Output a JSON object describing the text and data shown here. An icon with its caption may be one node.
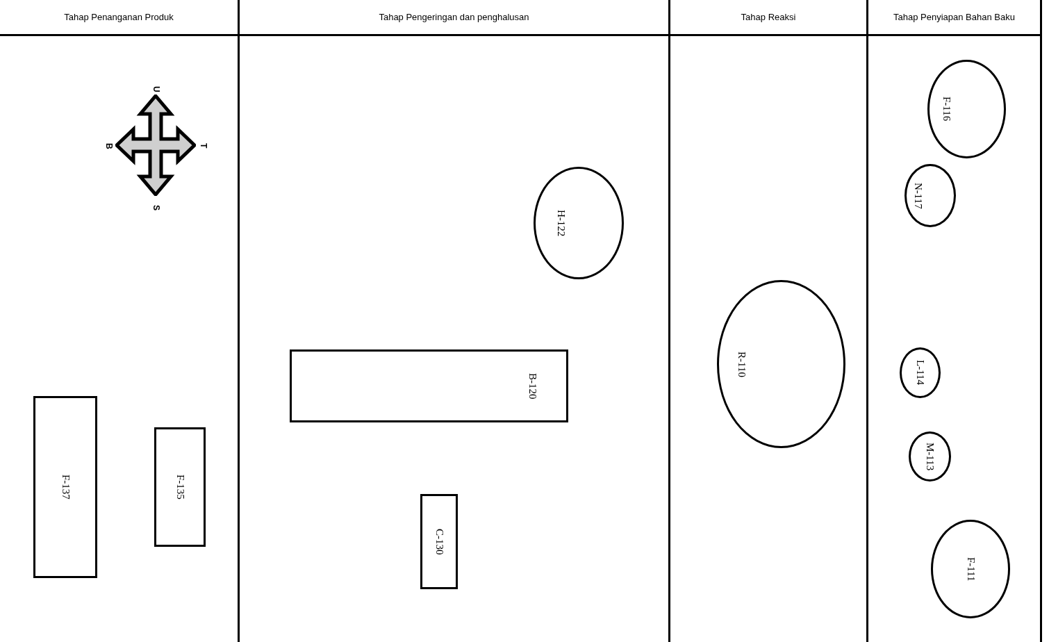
{
  "diagram": {
    "nodes": [
      {
        "text": [
          "Tahap Penanganan Produk"
        ]
      },
      {
        "text": [
          "F-137"
        ],
        "in": 0
      },
      {
        "text": [
          "F-135"
        ],
        "in": 0
      },
      {
        "text": [
          "Tahap Pengeringan dan penghalusan"
        ]
      },
      {
        "text": [
          "H-122"
        ],
        "in": 3
      },
      {
        "text": [
          "B-120"
        ],
        "in": 3
      },
      {
        "text": [
          "C-130"
        ],
        "in": 3
      },
      {
        "text": [
          "Tahap Reaksi"
        ]
      },
      {
        "text": [
          "R-110"
        ],
        "in": 7
      },
      {
        "text": [
          "Tahap Penyiapan Bahan Baku"
        ]
      },
      {
        "text": [
          "F-116"
        ],
        "in": 9
      },
      {
        "text": [
          "N-117"
        ],
        "in": 9
      },
      {
        "text": [
          "L-114"
        ],
        "in": 9
      },
      {
        "text": [
          "M-113"
        ],
        "in": 9
      },
      {
        "text": [
          "F-111"
        ],
        "in": 9
      }
    ],
    "edges": [],
    "labels": [
      "U",
      "B",
      "T",
      "S"
    ]
  }
}
